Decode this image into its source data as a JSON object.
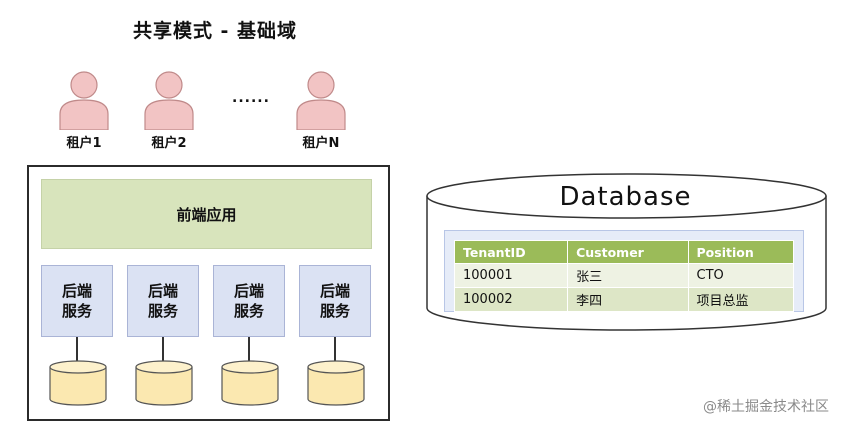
{
  "title": "共享模式 - 基础域",
  "tenants": [
    {
      "label": "租户1"
    },
    {
      "label": "租户2"
    },
    {
      "label": "租户N"
    }
  ],
  "ellipsis": "......",
  "frontend_label": "前端应用",
  "services": [
    {
      "label": "后端\n服务"
    },
    {
      "label": "后端\n服务"
    },
    {
      "label": "后端\n服务"
    },
    {
      "label": "后端\n服务"
    }
  ],
  "database": {
    "title": "Database",
    "columns": [
      "TenantID",
      "Customer",
      "Position"
    ],
    "rows": [
      [
        "100001",
        "张三",
        "CTO"
      ],
      [
        "100002",
        "李四",
        "项目总监"
      ]
    ]
  },
  "watermark": "@稀土掘金技术社区",
  "colors": {
    "person": "#f2c4c4",
    "person_stroke": "#c08a8a",
    "frontend": "#d8e4bc",
    "service": "#dbe2f3",
    "db_cylinder": "#fbe8b0",
    "db_stroke": "#555555",
    "table_header": "#9bbb59"
  }
}
